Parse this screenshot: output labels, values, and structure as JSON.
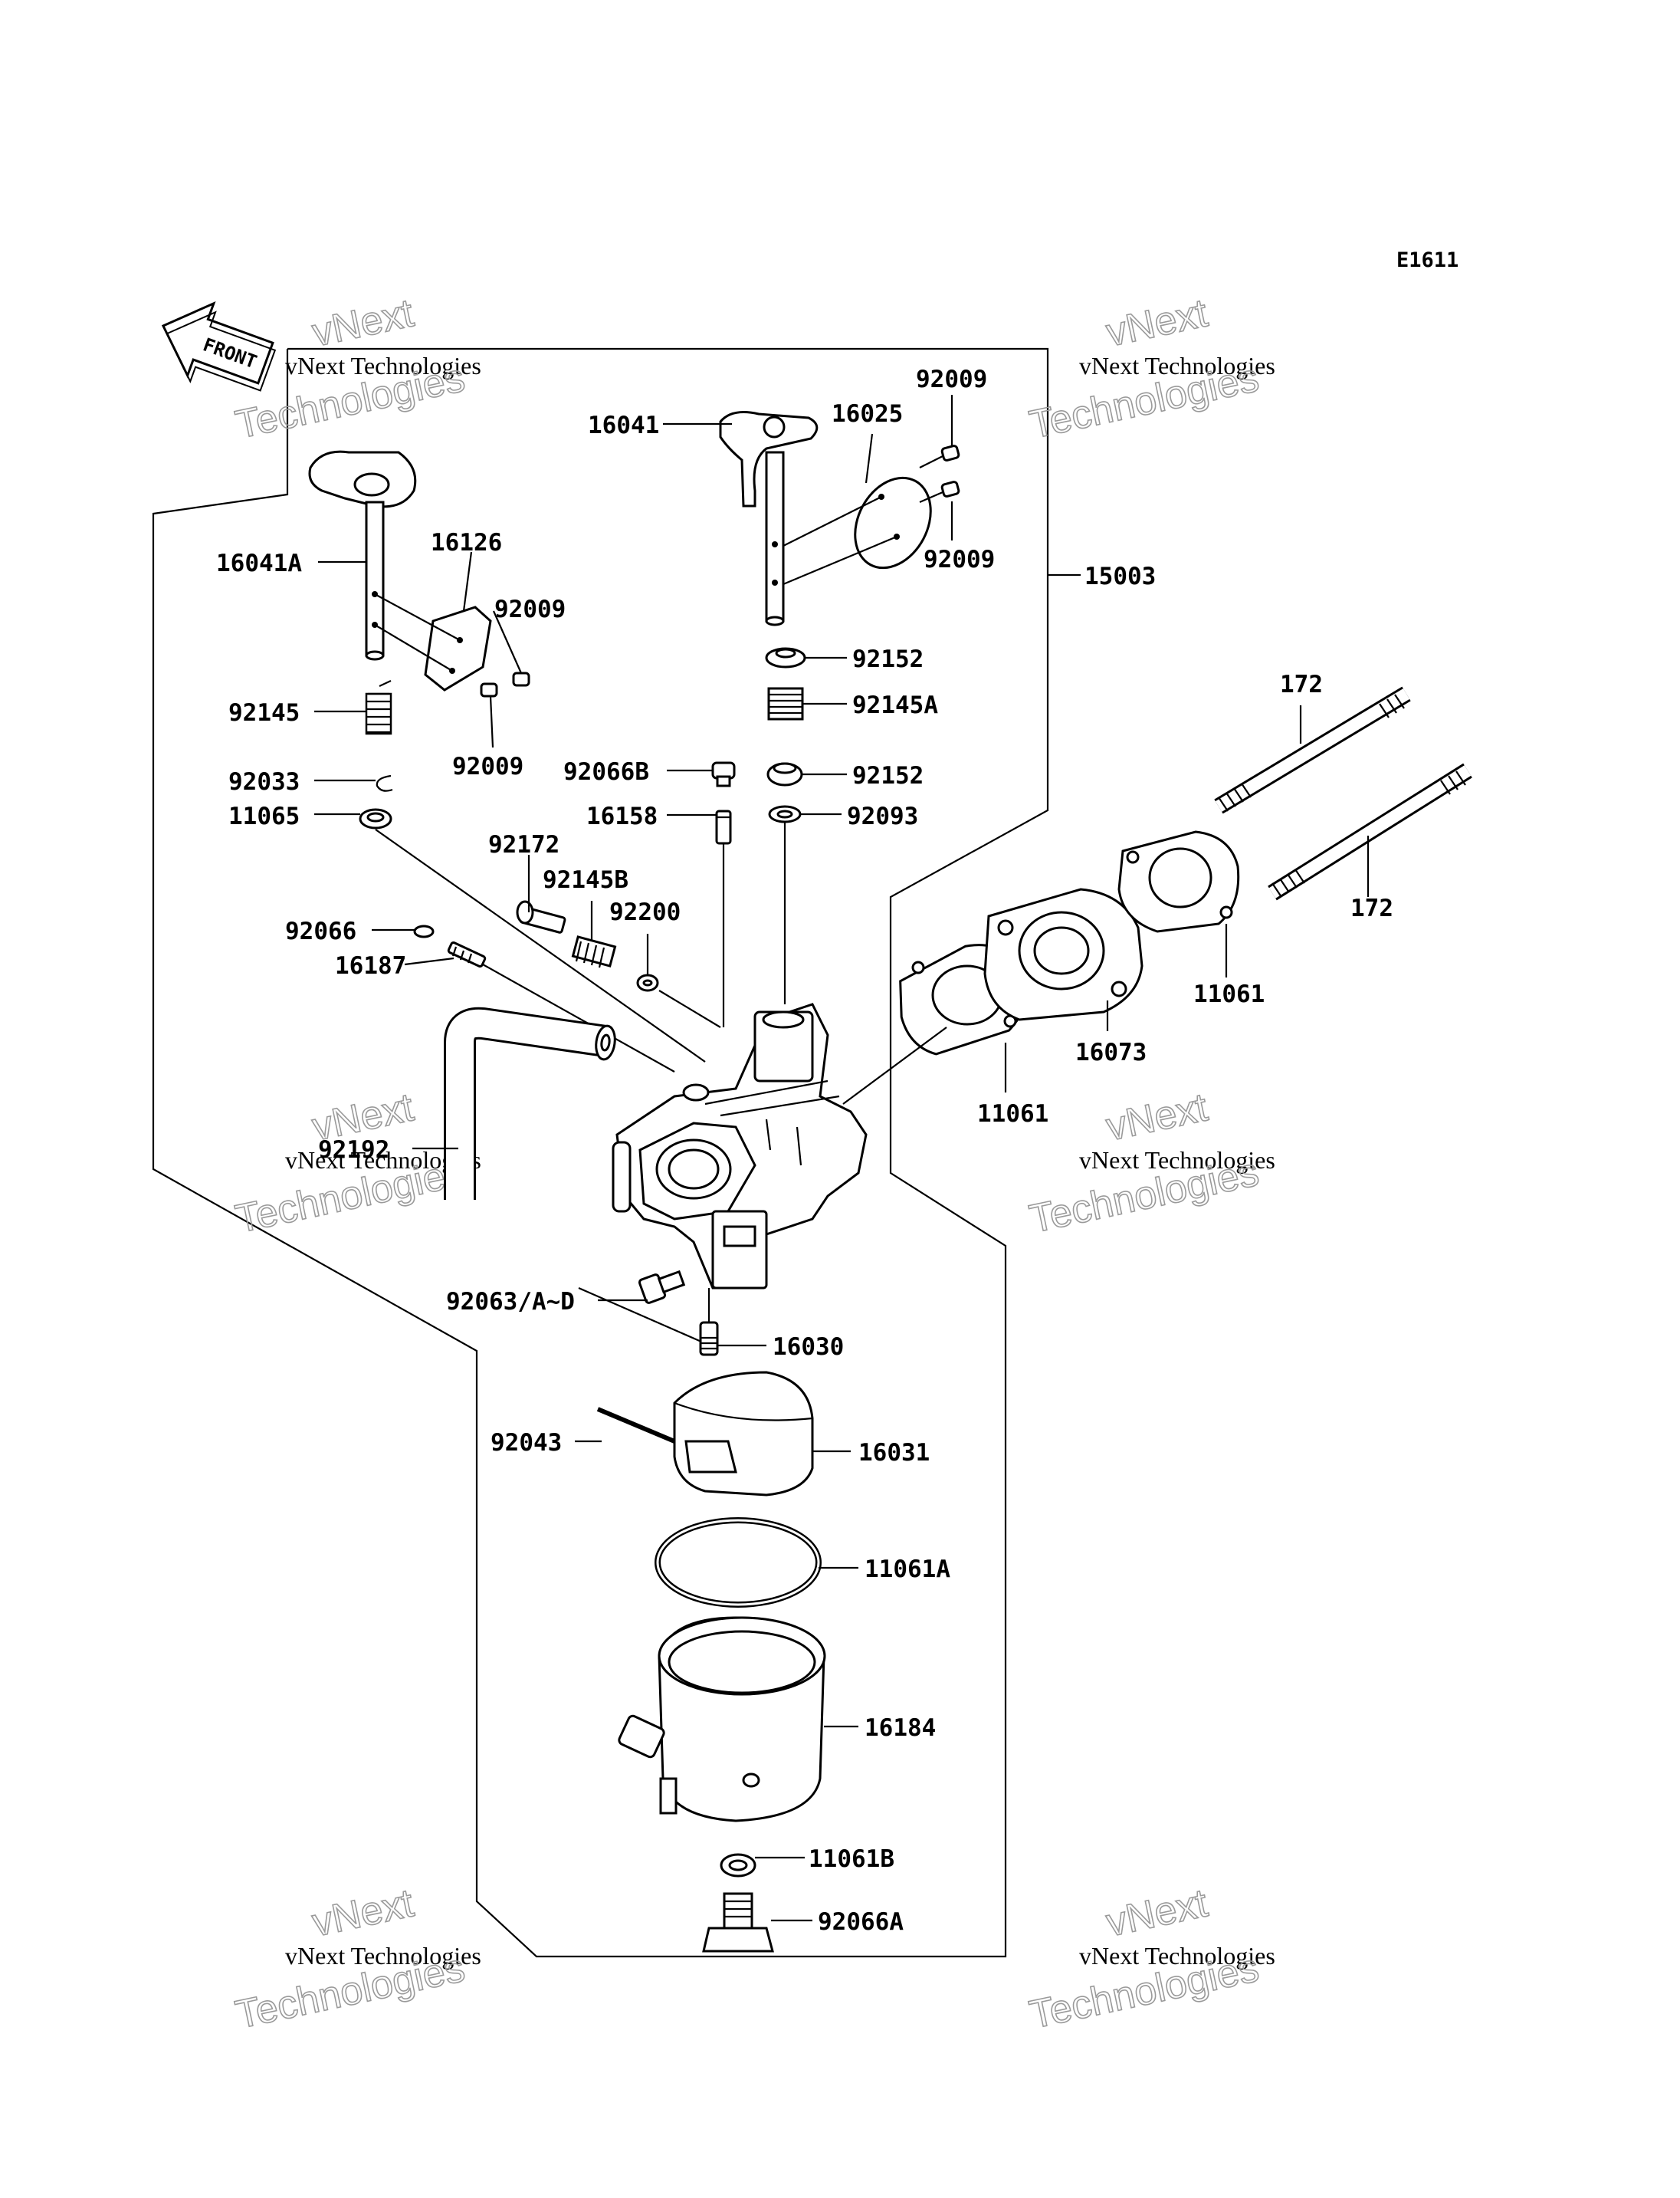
{
  "diagram": {
    "code": "E1611",
    "front_label": "FRONT",
    "watermark": {
      "line1": "vNext Technologies",
      "line2": "vNext",
      "line3": "Technologies"
    },
    "callouts": [
      {
        "id": "p16041",
        "label": "16041"
      },
      {
        "id": "p16025",
        "label": "16025"
      },
      {
        "id": "p92009a",
        "label": "92009"
      },
      {
        "id": "p92009b",
        "label": "92009"
      },
      {
        "id": "p15003",
        "label": "15003"
      },
      {
        "id": "p16041A",
        "label": "16041A"
      },
      {
        "id": "p16126",
        "label": "16126"
      },
      {
        "id": "p92009c",
        "label": "92009"
      },
      {
        "id": "p92009d",
        "label": "92009"
      },
      {
        "id": "p92145",
        "label": "92145"
      },
      {
        "id": "p92033",
        "label": "92033"
      },
      {
        "id": "p11065",
        "label": "11065"
      },
      {
        "id": "p92152a",
        "label": "92152"
      },
      {
        "id": "p92145A",
        "label": "92145A"
      },
      {
        "id": "p92066B",
        "label": "92066B"
      },
      {
        "id": "p92152b",
        "label": "92152"
      },
      {
        "id": "p16158",
        "label": "16158"
      },
      {
        "id": "p92093",
        "label": "92093"
      },
      {
        "id": "p92172",
        "label": "92172"
      },
      {
        "id": "p92145B",
        "label": "92145B"
      },
      {
        "id": "p92200",
        "label": "92200"
      },
      {
        "id": "p92066",
        "label": "92066"
      },
      {
        "id": "p16187",
        "label": "16187"
      },
      {
        "id": "p172a",
        "label": "172"
      },
      {
        "id": "p172b",
        "label": "172"
      },
      {
        "id": "p11061a",
        "label": "11061"
      },
      {
        "id": "p16073",
        "label": "16073"
      },
      {
        "id": "p11061b",
        "label": "11061"
      },
      {
        "id": "p92192",
        "label": "92192"
      },
      {
        "id": "p92063",
        "label": "92063/A~D"
      },
      {
        "id": "p16030",
        "label": "16030"
      },
      {
        "id": "p92043",
        "label": "92043"
      },
      {
        "id": "p16031",
        "label": "16031"
      },
      {
        "id": "p11061A",
        "label": "11061A"
      },
      {
        "id": "p16184",
        "label": "16184"
      },
      {
        "id": "p11061B",
        "label": "11061B"
      },
      {
        "id": "p92066A",
        "label": "92066A"
      }
    ]
  }
}
